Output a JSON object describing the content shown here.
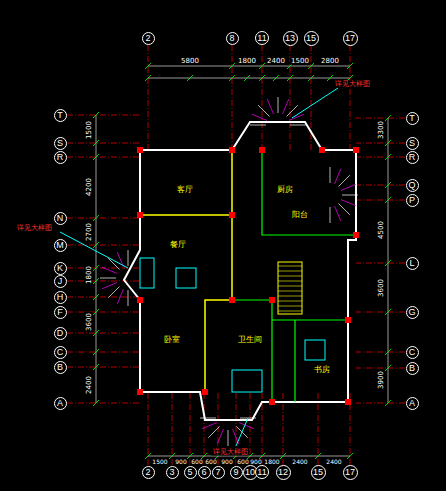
{
  "diagram": {
    "nodes": [
      {
        "text": [
          "2"
        ]
      },
      {
        "text": [
          "8"
        ]
      },
      {
        "text": [
          "11"
        ]
      },
      {
        "text": [
          "13"
        ]
      },
      {
        "text": [
          "15"
        ]
      },
      {
        "text": [
          "17"
        ]
      },
      {
        "text": [
          "T"
        ]
      },
      {
        "text": [
          "S"
        ]
      },
      {
        "text": [
          "R"
        ]
      },
      {
        "text": [
          "N"
        ]
      },
      {
        "text": [
          "M"
        ]
      },
      {
        "text": [
          "K"
        ]
      },
      {
        "text": [
          "J"
        ]
      },
      {
        "text": [
          "H"
        ]
      },
      {
        "text": [
          "F"
        ]
      },
      {
        "text": [
          "D"
        ]
      },
      {
        "text": [
          "C"
        ]
      },
      {
        "text": [
          "B"
        ]
      },
      {
        "text": [
          "A"
        ]
      },
      {
        "text": [
          "T"
        ]
      },
      {
        "text": [
          "S"
        ]
      },
      {
        "text": [
          "R"
        ]
      },
      {
        "text": [
          "Q"
        ]
      },
      {
        "text": [
          "P"
        ]
      },
      {
        "text": [
          "L"
        ]
      },
      {
        "text": [
          "G"
        ]
      },
      {
        "text": [
          "C"
        ]
      },
      {
        "text": [
          "B"
        ]
      },
      {
        "text": [
          "A"
        ]
      },
      {
        "text": [
          "2"
        ]
      },
      {
        "text": [
          "3"
        ]
      },
      {
        "text": [
          "5"
        ]
      },
      {
        "text": [
          "6"
        ]
      },
      {
        "text": [
          "7"
        ]
      },
      {
        "text": [
          "9"
        ]
      },
      {
        "text": [
          "10"
        ]
      },
      {
        "text": [
          "11"
        ]
      },
      {
        "text": [
          "12"
        ]
      },
      {
        "text": [
          "15"
        ]
      },
      {
        "text": [
          "17"
        ]
      }
    ],
    "labels": [
      "5800",
      "1800",
      "2400",
      "1500",
      "2800",
      "1500",
      "4200",
      "2700",
      "1800",
      "3600",
      "2400",
      "3300",
      "4500",
      "3600",
      "3900",
      "1500",
      "900",
      "600",
      "600",
      "900",
      "600",
      "900",
      "1800",
      "2400",
      "2400",
      "客厅",
      "餐厅",
      "厨房",
      "阳台",
      "卧室",
      "卫生间",
      "书房",
      "详见大样图",
      "详见大样图",
      "详见大样图"
    ]
  }
}
